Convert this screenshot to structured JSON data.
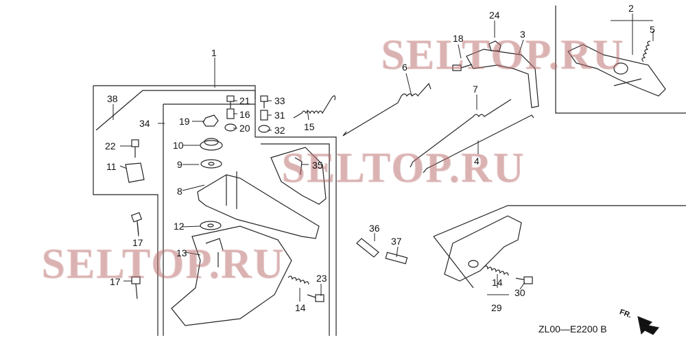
{
  "diagram_code": "ZL00—E2200 B",
  "direction_label": "FR.",
  "watermarks": [
    "SELTOP.RU",
    "SELTOP.RU",
    "SELTOP.RU"
  ],
  "callouts": {
    "n1": "1",
    "n2": "2",
    "n3": "3",
    "n4": "4",
    "n5": "5",
    "n6": "6",
    "n7": "7",
    "n8": "8",
    "n9": "9",
    "n10": "10",
    "n11": "11",
    "n12": "12",
    "n13": "13",
    "n14a": "14",
    "n14b": "14",
    "n15": "15",
    "n16": "16",
    "n17a": "17",
    "n17b": "17",
    "n18": "18",
    "n19": "19",
    "n20": "20",
    "n21": "21",
    "n22": "22",
    "n23": "23",
    "n24": "24",
    "n29": "29",
    "n30": "30",
    "n31": "31",
    "n32": "32",
    "n33": "33",
    "n34": "34",
    "n35": "35",
    "n36": "36",
    "n37": "37",
    "n38": "38"
  }
}
